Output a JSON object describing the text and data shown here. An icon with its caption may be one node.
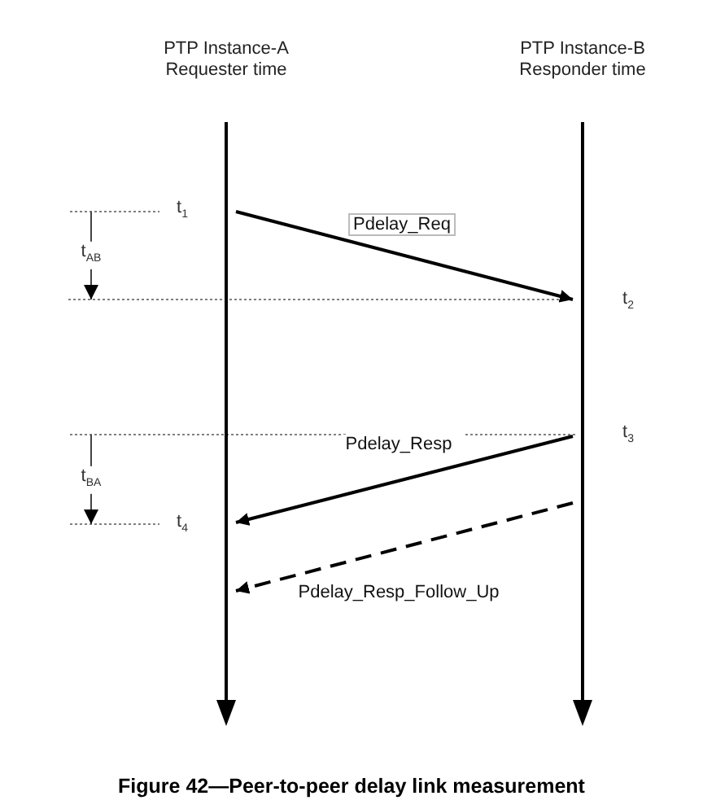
{
  "diagram": {
    "caption": "Figure 42—Peer-to-peer delay link measurement",
    "nodes": [
      {
        "text": [
          "PTP Instance-A Requester time"
        ]
      },
      {
        "text": [
          "PTP Instance-B Responder time"
        ]
      },
      {
        "text": [],
        "shape": "bar"
      },
      {
        "text": [],
        "shape": "bar"
      }
    ],
    "edges": [
      {
        "from": 2,
        "to": 3,
        "arrow": "to",
        "label": "Pdelay_Req"
      },
      {
        "from": 3,
        "to": 2,
        "arrow": "to",
        "label": "Pdelay_Resp"
      },
      {
        "from": 3,
        "to": 2,
        "arrow": "to",
        "label": "Pdelay_Resp_Follow_Up",
        "style": "dashed"
      }
    ],
    "labels": [
      "t$_{1}$",
      "t$_{AB}$",
      "t$_{2}$",
      "t$_{3}$",
      "t$_{BA}$",
      "t$_{4}$"
    ]
  }
}
